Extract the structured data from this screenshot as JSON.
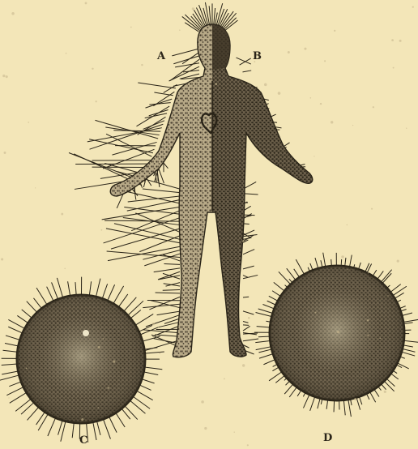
{
  "figure": {
    "labels": {
      "a": "A",
      "b": "B",
      "c": "C",
      "d": "D"
    },
    "colors": {
      "paper": "#f3e6b8",
      "ink": "#2a2418",
      "stipple_light": "#9a8c6c",
      "stipple_dark": "#4a4032"
    }
  }
}
